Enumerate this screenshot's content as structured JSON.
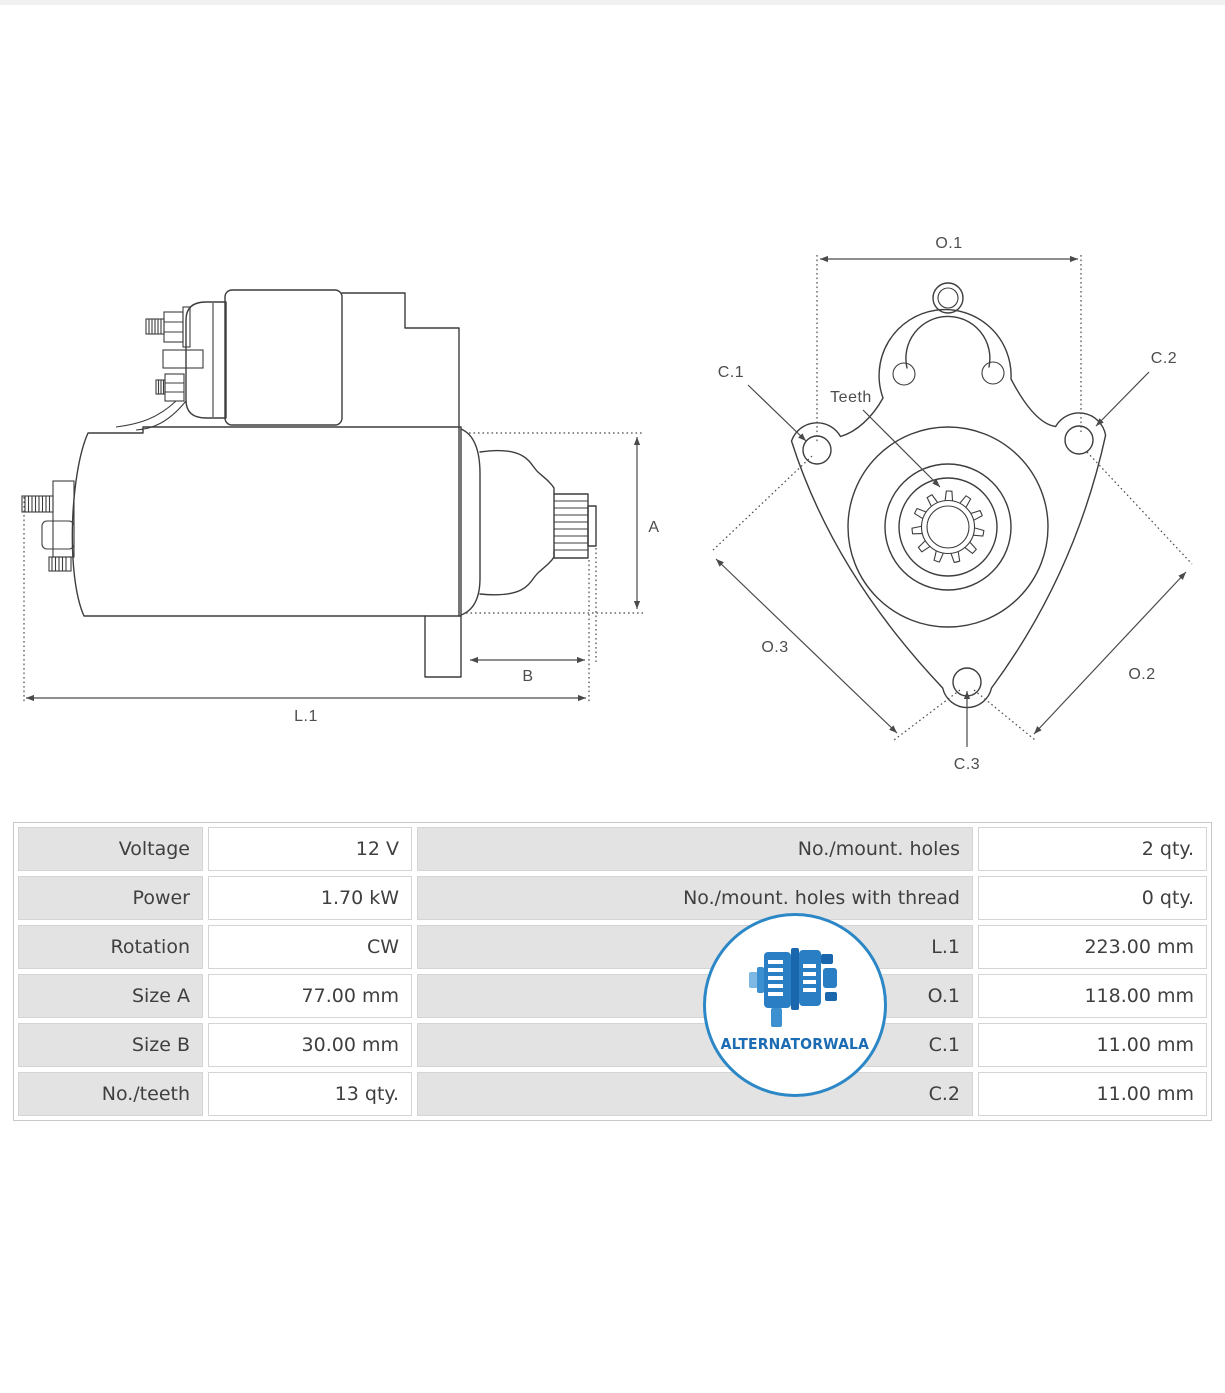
{
  "diagram": {
    "stroke_color": "#3d3d3d",
    "label_color": "#4d4d4d",
    "side": {
      "a": "A",
      "b": "B",
      "l1": "L.1"
    },
    "front": {
      "o1": "O.1",
      "o2": "O.2",
      "o3": "O.3",
      "c1": "C.1",
      "c2": "C.2",
      "c3": "C.3",
      "teeth": "Teeth"
    }
  },
  "logo": {
    "text": "ALTERNATORWALA",
    "border_color": "#2c87c6",
    "text_color": "#1b6cb3",
    "icon": "alternator-icon"
  },
  "table": {
    "label_bg": "#e3e3e3",
    "value_bg": "#ffffff",
    "border_color": "#d4d4d4",
    "text_color": "#3f3f3f",
    "rows": [
      {
        "l1": "Voltage",
        "v1": "12 V",
        "l2": "No./mount. holes",
        "v2": "2 qty."
      },
      {
        "l1": "Power",
        "v1": "1.70 kW",
        "l2": "No./mount. holes with thread",
        "v2": "0 qty."
      },
      {
        "l1": "Rotation",
        "v1": "CW",
        "l2": "L.1",
        "v2": "223.00 mm"
      },
      {
        "l1": "Size A",
        "v1": "77.00 mm",
        "l2": "O.1",
        "v2": "118.00 mm"
      },
      {
        "l1": "Size B",
        "v1": "30.00 mm",
        "l2": "C.1",
        "v2": "11.00 mm"
      },
      {
        "l1": "No./teeth",
        "v1": "13 qty.",
        "l2": "C.2",
        "v2": "11.00 mm"
      }
    ]
  }
}
